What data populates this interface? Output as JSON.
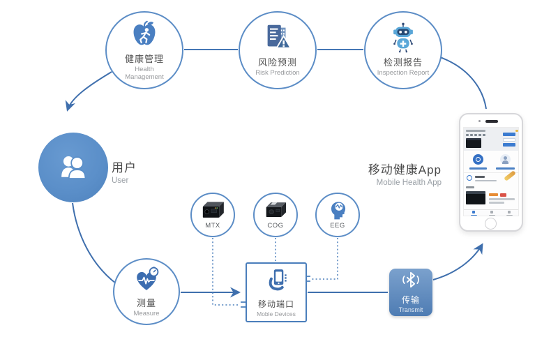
{
  "colors": {
    "accent_blue": "#4a7ebb",
    "line_blue": "#3f6fad",
    "node_border": "#5c8dc6",
    "filled_node": "#5b8fc9",
    "transmit_top": "#7ba1cd",
    "transmit_bottom": "#4e7cb3",
    "zh_text": "#4f4f4f",
    "en_text": "#97999c",
    "device_black": "#15181c"
  },
  "diagram": {
    "top_nodes": [
      {
        "zh": "健康管理",
        "en": "Health Management",
        "icon": "apple-runner-icon"
      },
      {
        "zh": "风险预测",
        "en": "Risk Prediction",
        "icon": "risk-report-icon"
      },
      {
        "zh": "检测报告",
        "en": "Inspection Report",
        "icon": "robot-icon"
      }
    ],
    "user_node": {
      "zh": "用户",
      "en": "User",
      "icon": "users-icon"
    },
    "measure_node": {
      "zh": "测量",
      "en": "Measure",
      "icon": "heart-ecg-icon"
    },
    "sensor_nodes": [
      {
        "label": "MTX",
        "icon": "mtx-device-icon"
      },
      {
        "label": "COG",
        "icon": "cog-device-icon"
      },
      {
        "label": "EEG",
        "icon": "eeg-head-icon"
      }
    ],
    "mobile_box": {
      "zh": "移动端口",
      "en": "Moble Devices",
      "icon": "hand-phone-icon"
    },
    "transmit_node": {
      "zh": "传输",
      "en": "Transmit",
      "icon": "bluetooth-icon"
    },
    "app_label": {
      "zh": "移动健康App",
      "en": "Mobile Health App"
    }
  }
}
